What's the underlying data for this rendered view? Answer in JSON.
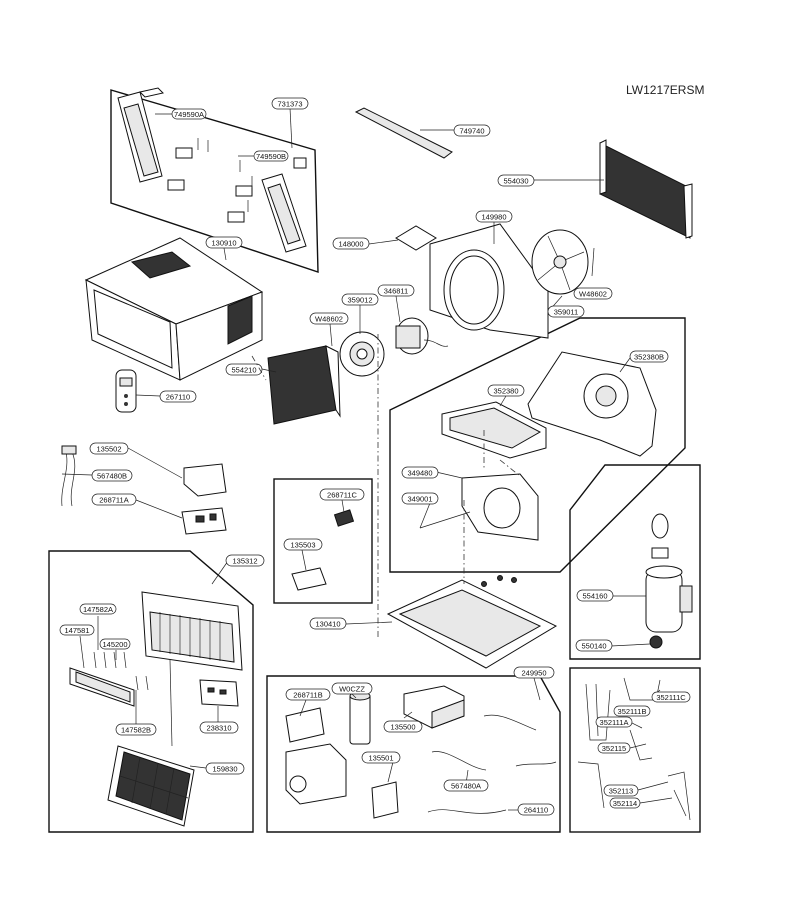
{
  "model_code": "LW1217ERSM",
  "parts": [
    {
      "id": "p749590A",
      "label": "749590A"
    },
    {
      "id": "p731373",
      "label": "731373"
    },
    {
      "id": "p749590B",
      "label": "749590B"
    },
    {
      "id": "p749740",
      "label": "749740"
    },
    {
      "id": "p554030",
      "label": "554030"
    },
    {
      "id": "p130910",
      "label": "130910"
    },
    {
      "id": "p148000",
      "label": "148000"
    },
    {
      "id": "p149980",
      "label": "149980"
    },
    {
      "id": "p346811",
      "label": "346811"
    },
    {
      "id": "p359012",
      "label": "359012"
    },
    {
      "id": "pW48602a",
      "label": "W48602"
    },
    {
      "id": "pW48602b",
      "label": "W48602"
    },
    {
      "id": "p359011",
      "label": "359011"
    },
    {
      "id": "p352380B",
      "label": "352380B"
    },
    {
      "id": "p352380",
      "label": "352380"
    },
    {
      "id": "p554210",
      "label": "554210"
    },
    {
      "id": "p267110",
      "label": "267110"
    },
    {
      "id": "p135502",
      "label": "135502"
    },
    {
      "id": "p567480B",
      "label": "567480B"
    },
    {
      "id": "p268711A",
      "label": "268711A"
    },
    {
      "id": "p268711C",
      "label": "268711C"
    },
    {
      "id": "p135503",
      "label": "135503"
    },
    {
      "id": "p349480",
      "label": "349480"
    },
    {
      "id": "p349001",
      "label": "349001"
    },
    {
      "id": "p135312",
      "label": "135312"
    },
    {
      "id": "p147582A",
      "label": "147582A"
    },
    {
      "id": "p147581",
      "label": "147581"
    },
    {
      "id": "p145200",
      "label": "145200"
    },
    {
      "id": "p147582B",
      "label": "147582B"
    },
    {
      "id": "p238310",
      "label": "238310"
    },
    {
      "id": "p159830",
      "label": "159830"
    },
    {
      "id": "p130410",
      "label": "130410"
    },
    {
      "id": "p554160",
      "label": "554160"
    },
    {
      "id": "p550140",
      "label": "550140"
    },
    {
      "id": "p249950",
      "label": "249950"
    },
    {
      "id": "p268711B",
      "label": "268711B"
    },
    {
      "id": "pW0CZZ",
      "label": "W0CZZ"
    },
    {
      "id": "p135500",
      "label": "135500"
    },
    {
      "id": "p135501",
      "label": "135501"
    },
    {
      "id": "p567480A",
      "label": "567480A"
    },
    {
      "id": "p264110",
      "label": "264110"
    },
    {
      "id": "p352111C",
      "label": "352111C"
    },
    {
      "id": "p352111B",
      "label": "352111B"
    },
    {
      "id": "p352111A",
      "label": "352111A"
    },
    {
      "id": "p352115",
      "label": "352115"
    },
    {
      "id": "p352113",
      "label": "352113"
    },
    {
      "id": "p352114",
      "label": "352114"
    }
  ]
}
